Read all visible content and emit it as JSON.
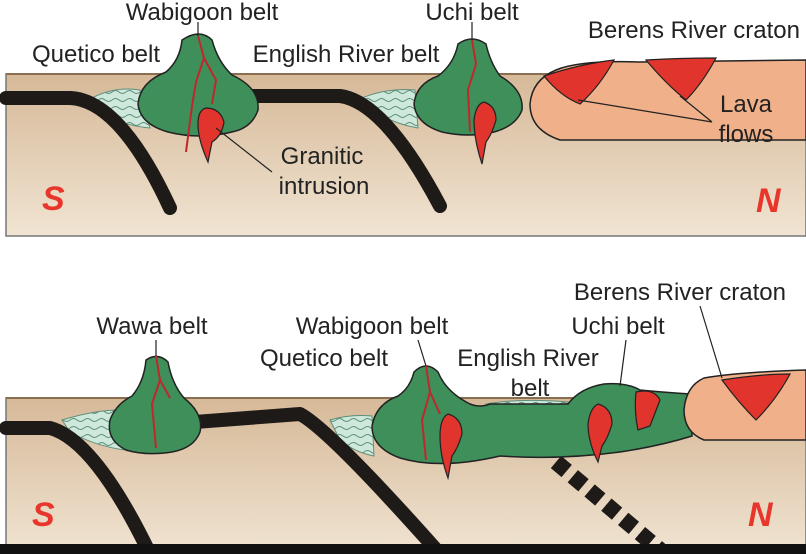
{
  "colors": {
    "background": "#ffffff",
    "ground_top": "#d6b998",
    "ground_bottom": "#f0e4d2",
    "belt_green": "#3e8f5a",
    "craton_orange": "#f0b089",
    "granite_red": "#e0342c",
    "slab_black": "#1e1a18",
    "sediment": "#cfe8dc",
    "direction_red": "#e8362c"
  },
  "top_panel": {
    "labels": {
      "wabigoon": "Wabigoon belt",
      "uchi": "Uchi belt",
      "quetico": "Quetico belt",
      "english_river": "English River belt",
      "berens": "Berens River craton",
      "lava_line1": "Lava",
      "lava_line2": "flows",
      "granitic_line1": "Granitic",
      "granitic_line2": "intrusion",
      "south": "S",
      "north": "N"
    }
  },
  "bottom_panel": {
    "labels": {
      "berens": "Berens River craton",
      "wawa": "Wawa belt",
      "wabigoon": "Wabigoon belt",
      "uchi": "Uchi belt",
      "quetico": "Quetico belt",
      "english_river_line1": "English River",
      "english_river_line2": "belt",
      "south": "S",
      "north": "N"
    }
  }
}
